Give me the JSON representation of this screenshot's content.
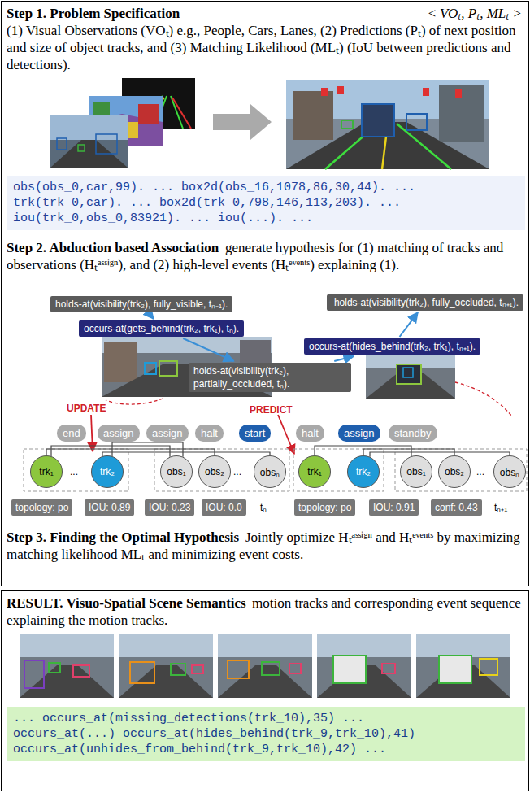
{
  "diagram": {
    "nodes": [
      {
        "text": [
          "Step 1. Problem Specification",
          "< VOₜ, Pₜ, MLₜ >",
          "(1) Visual Observations (VOₜ) e.g., People, Cars, Lanes, (2) Predictions (Pₜ) of next position and size of object tracks, and (3) Matching Likelihood (MLₜ) (IoU between predictions and detections).",
          "Step 2. Abduction based Association",
          "generate hypothesis for (1) matching of tracks and observations (Hₜᵃˢˢⁱᵍⁿ), and (2) high-level events (Hₜᵉᵛᵉⁿᵗˢ) explaining (1).",
          "Step 3. Finding the Optimal Hypothesis",
          "Jointly optimize Hₜᵃˢˢⁱᵍⁿ and Hₜᵉᵛᵉⁿᵗˢ by maximizing matching likelihood MLₜ and minimizing event costs."
        ]
      },
      {
        "text": [
          "obs(obs_0,car,99). ... box2d(obs_16,1078,86,30,44). ...",
          "trk(trk_0,car). ... box2d(trk_0,798,146,113,203). ...",
          "iou(trk_0,obs_0,83921). ... iou(...). ..."
        ],
        "in": 0
      },
      {
        "text": [
          "holds-at(visibility(trk₂), fully_visible, tₙ₋₁)."
        ],
        "in": 0
      },
      {
        "text": [
          "occurs-at(gets_behind(trk₂, trk₁), tₙ)."
        ],
        "in": 0
      },
      {
        "text": [
          "holds-at(visibility(trk₂), partially_occluded, tₙ)."
        ],
        "in": 0
      },
      {
        "text": [
          "holds-at(visibility(trk₂), fully_occluded, tₙ₊₁)."
        ],
        "in": 0
      },
      {
        "text": [
          "occurs-at(hides_behind(trk₂, trk₁), tₙ₊₁)."
        ],
        "in": 0
      },
      {
        "text": [
          "end"
        ],
        "in": 0
      },
      {
        "text": [
          "assign"
        ],
        "in": 0
      },
      {
        "text": [
          "assign"
        ],
        "in": 0
      },
      {
        "text": [
          "halt"
        ],
        "in": 0
      },
      {
        "text": [
          "start"
        ],
        "in": 0
      },
      {
        "text": [
          "halt"
        ],
        "in": 0
      },
      {
        "text": [
          "assign"
        ],
        "in": 0
      },
      {
        "text": [
          "standby"
        ],
        "in": 0
      },
      {
        "text": [
          "trk₁"
        ],
        "in": 0
      },
      {
        "text": [
          "trk₂"
        ],
        "in": 0
      },
      {
        "text": [
          "obs₁"
        ],
        "in": 0
      },
      {
        "text": [
          "obs₂"
        ],
        "in": 0
      },
      {
        "text": [
          "obsₙ"
        ],
        "in": 0
      },
      {
        "text": [
          "trk₁"
        ],
        "in": 0
      },
      {
        "text": [
          "trk₂"
        ],
        "in": 0
      },
      {
        "text": [
          "obs₁"
        ],
        "in": 0
      },
      {
        "text": [
          "obs₂"
        ],
        "in": 0
      },
      {
        "text": [
          "obsₙ"
        ],
        "in": 0
      },
      {
        "text": [
          "topology: po"
        ],
        "in": 0
      },
      {
        "text": [
          "IOU: 0.89"
        ],
        "in": 0
      },
      {
        "text": [
          "IOU: 0.23"
        ],
        "in": 0
      },
      {
        "text": [
          "IOU: 0.0"
        ],
        "in": 0
      },
      {
        "text": [
          "topology: po"
        ],
        "in": 0
      },
      {
        "text": [
          "IOU: 0.91"
        ],
        "in": 0
      },
      {
        "text": [
          "conf: 0.43"
        ],
        "in": 0
      },
      {
        "text": [
          "RESULT. Visuo-Spatial Scene Semantics",
          "motion tracks and corresponding event sequence explaining the motion tracks."
        ]
      },
      {
        "text": [
          "... occurs_at(missing_detections(trk_10),35) ...",
          "occurs_at(...) occurs_at(hides_behind(trk_9,trk_10),41)",
          "occurs_at(unhides_from_behind(trk_9,trk_10),42) ..."
        ],
        "in": 32
      }
    ],
    "edges": [
      {
        "from": 2,
        "to": 3,
        "arrow": "to"
      },
      {
        "from": 3,
        "to": 4,
        "arrow": "to"
      },
      {
        "from": 4,
        "to": 6,
        "arrow": "to"
      },
      {
        "from": 6,
        "to": 5,
        "arrow": "to"
      },
      {
        "from": 15,
        "to": 17,
        "arrow": "none"
      },
      {
        "from": 15,
        "to": 18,
        "arrow": "none"
      },
      {
        "from": 16,
        "to": 17,
        "arrow": "none"
      },
      {
        "from": 16,
        "to": 19,
        "arrow": "none"
      },
      {
        "from": 20,
        "to": 22,
        "arrow": "none"
      },
      {
        "from": 21,
        "to": 23,
        "arrow": "none"
      },
      {
        "from": 21,
        "to": 24,
        "arrow": "none"
      }
    ],
    "labels": [
      "UPDATE",
      "PREDICT",
      "tₙ",
      "tₙ₊₁",
      "...",
      "...",
      "..."
    ]
  }
}
